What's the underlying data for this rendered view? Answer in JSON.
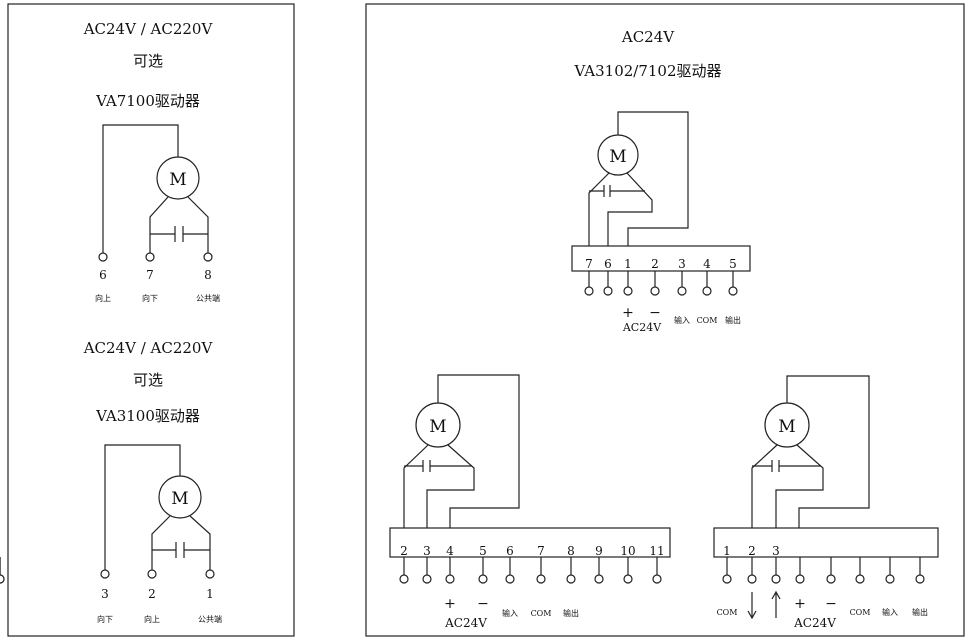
{
  "left_panel": {
    "top": {
      "voltage": "AC24V / AC220V",
      "optional": "可选",
      "model": "VA7100驱动器",
      "motor": "M",
      "terminals": [
        "6",
        "7",
        "8"
      ],
      "functions": [
        "向上",
        "向下",
        "公共端"
      ]
    },
    "bottom": {
      "voltage": "AC24V / AC220V",
      "optional": "可选",
      "model": "VA3100驱动器",
      "motor": "M",
      "terminals": [
        "3",
        "2",
        "1"
      ],
      "functions": [
        "向下",
        "向上",
        "公共端"
      ]
    }
  },
  "right_panel": {
    "top": {
      "voltage": "AC24V",
      "model": "VA3102/7102驱动器",
      "motor": "M",
      "terminals": [
        "7",
        "6",
        "1",
        "2",
        "3",
        "4",
        "5"
      ],
      "plus": "+",
      "minus": "−",
      "supply": "AC24V",
      "input": "输入",
      "com": "COM",
      "output": "输出"
    },
    "bottom_left": {
      "motor": "M",
      "terminals": [
        "2",
        "3",
        "4",
        "5",
        "6",
        "7",
        "8",
        "9",
        "10",
        "11"
      ],
      "plus": "+",
      "minus": "−",
      "supply": "AC24V",
      "input": "输入",
      "com": "COM",
      "output": "输出"
    },
    "bottom_right": {
      "motor": "M",
      "terminals": [
        "1",
        "2",
        "3"
      ],
      "com_left": "COM",
      "plus": "+",
      "minus": "−",
      "supply": "AC24V",
      "com": "COM",
      "input": "输入",
      "output": "输出"
    }
  }
}
